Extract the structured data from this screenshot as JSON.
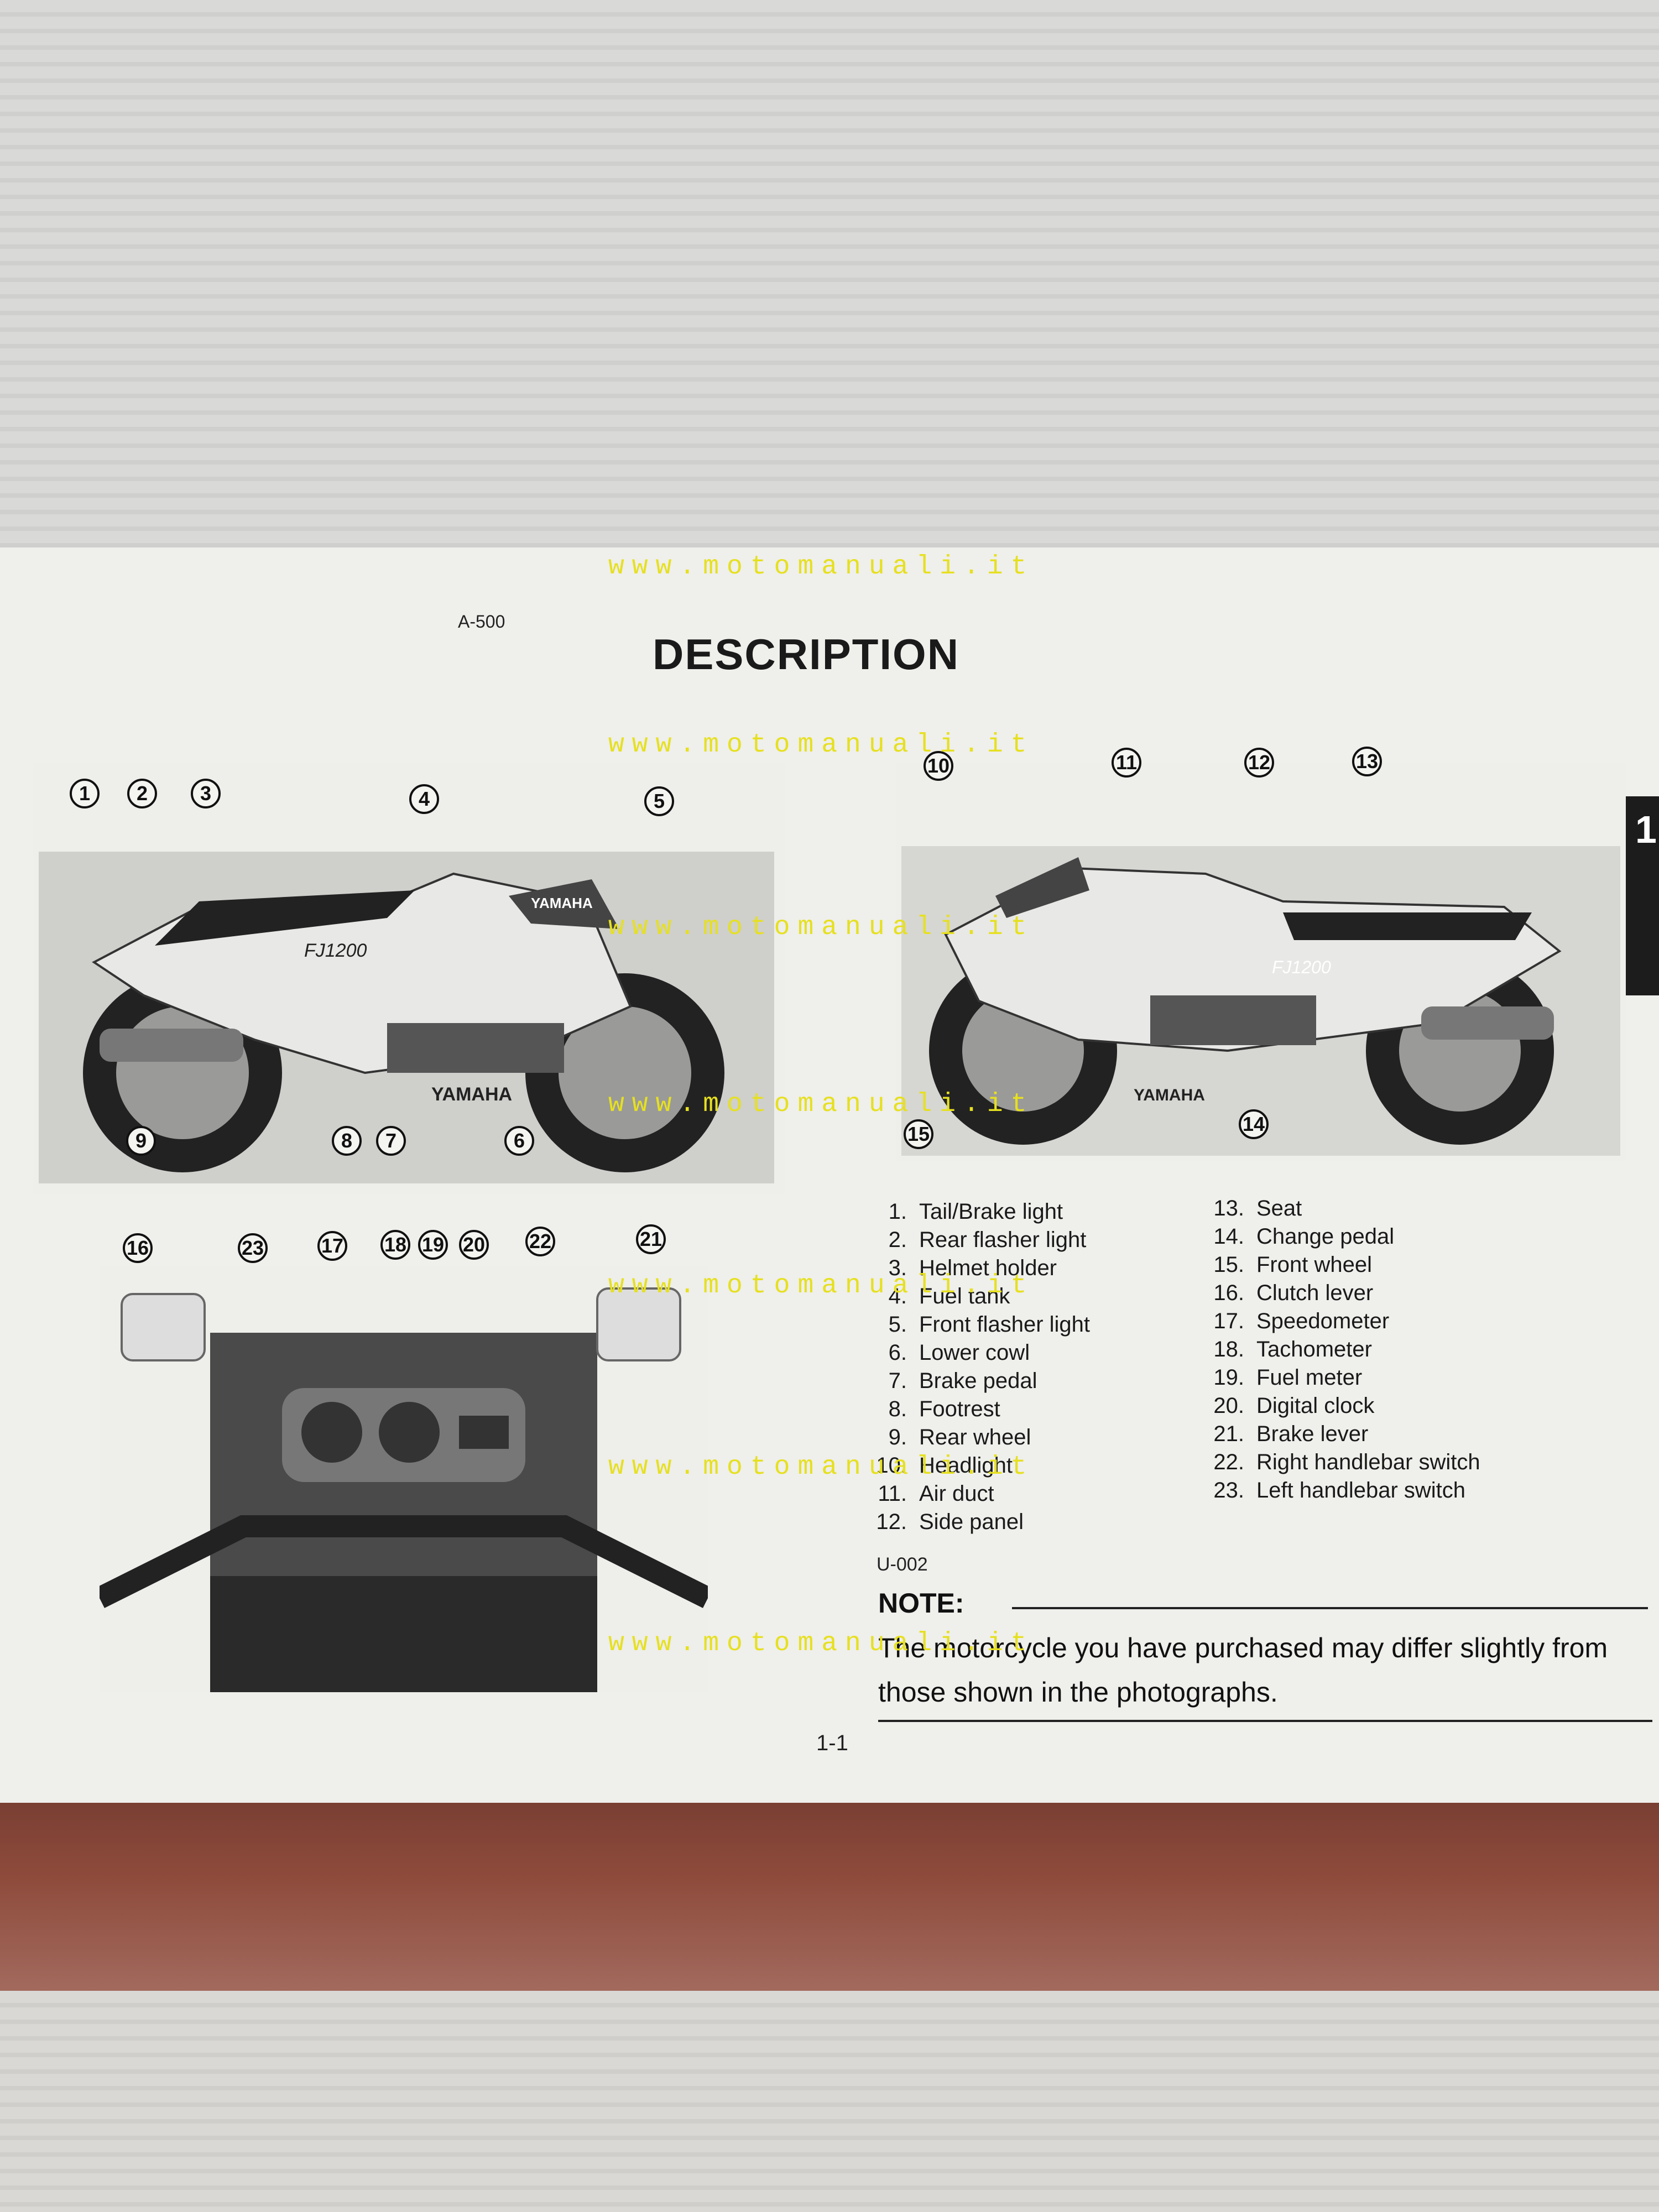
{
  "header": {
    "code": "A-500",
    "title": "DESCRIPTION"
  },
  "watermark": "www.motomanuali.it",
  "side_tab": "1",
  "callouts_left": [
    "1",
    "2",
    "3",
    "4",
    "5",
    "9",
    "8",
    "7",
    "6"
  ],
  "callouts_right": [
    "10",
    "11",
    "12",
    "13",
    "15",
    "14"
  ],
  "callouts_bars": [
    "16",
    "23",
    "17",
    "18",
    "19",
    "20",
    "22",
    "21"
  ],
  "legend_left": [
    {
      "n": "1.",
      "t": "Tail/Brake light"
    },
    {
      "n": "2.",
      "t": "Rear flasher light"
    },
    {
      "n": "3.",
      "t": "Helmet holder"
    },
    {
      "n": "4.",
      "t": "Fuel tank"
    },
    {
      "n": "5.",
      "t": "Front flasher light"
    },
    {
      "n": "6.",
      "t": "Lower cowl"
    },
    {
      "n": "7.",
      "t": "Brake pedal"
    },
    {
      "n": "8.",
      "t": "Footrest"
    },
    {
      "n": "9.",
      "t": "Rear wheel"
    },
    {
      "n": "10.",
      "t": "Headlight"
    },
    {
      "n": "11.",
      "t": "Air duct"
    },
    {
      "n": "12.",
      "t": "Side panel"
    }
  ],
  "legend_right": [
    {
      "n": "13.",
      "t": "Seat"
    },
    {
      "n": "14.",
      "t": "Change pedal"
    },
    {
      "n": "15.",
      "t": "Front wheel"
    },
    {
      "n": "16.",
      "t": "Clutch lever"
    },
    {
      "n": "17.",
      "t": "Speedometer"
    },
    {
      "n": "18.",
      "t": "Tachometer"
    },
    {
      "n": "19.",
      "t": "Fuel meter"
    },
    {
      "n": "20.",
      "t": "Digital clock"
    },
    {
      "n": "21.",
      "t": "Brake lever"
    },
    {
      "n": "22.",
      "t": "Right handlebar switch"
    },
    {
      "n": "23.",
      "t": "Left handlebar switch"
    }
  ],
  "u_code": "U-002",
  "note": {
    "heading": "NOTE:",
    "text": "The motorcycle you have purchased may differ slightly from those shown in the photographs."
  },
  "page_number": "1-1",
  "bike_brand": "YAMAHA",
  "bike_model": "FJ1200",
  "colors": {
    "watermark": "#e6e020",
    "page": "#efefec",
    "ink": "#111111"
  }
}
